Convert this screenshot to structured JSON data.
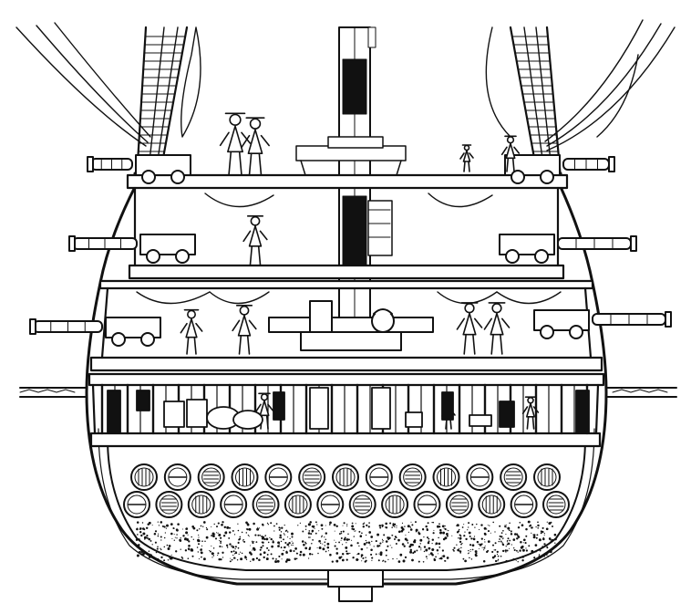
{
  "image": {
    "background": "#ffffff",
    "ink": "#111111"
  },
  "decks": [
    {
      "name": "upper-deck"
    },
    {
      "name": "middle-gun-deck"
    },
    {
      "name": "lower-gun-deck"
    },
    {
      "name": "orlop-deck"
    },
    {
      "name": "hold"
    }
  ],
  "cannon_counts": {
    "upper_deck": 2,
    "middle_gun_deck": 2,
    "lower_gun_deck": 2
  },
  "barrel_rows": [
    13,
    14
  ],
  "crew_figures": 12
}
